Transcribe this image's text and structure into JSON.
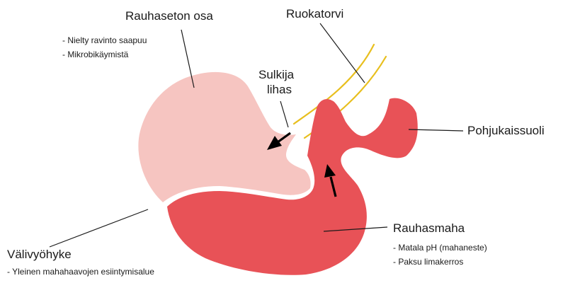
{
  "labels": {
    "glandless_part": "Rauhaseton osa",
    "glandless_note_1": "- Nielty ravinto saapuu",
    "glandless_note_2": "- Mikrobikäymistä",
    "esophagus": "Ruokatorvi",
    "sphincter_line_1": "Sulkija",
    "sphincter_line_2": "lihas",
    "duodenum": "Pohjukaissuoli",
    "glandular_stomach": "Rauhasmaha",
    "glandular_note_1": "- Matala pH (mahaneste)",
    "glandular_note_2": "- Paksu limakerros",
    "transition_zone": "Välivyöhyke",
    "transition_note": "- Yleinen mahahaavojen esiintymisalue"
  },
  "colors": {
    "glandless_region": "#f6c5c1",
    "glandular_region": "#e85257",
    "esophagus_stroke": "#e8bf1e",
    "leader_lines": "#1a1a1a",
    "arrows": "#000000"
  }
}
